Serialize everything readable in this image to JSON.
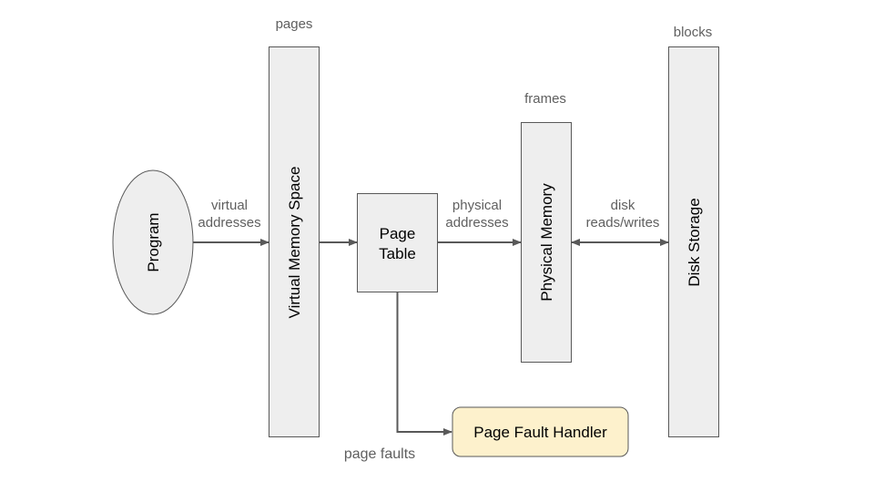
{
  "diagram": {
    "title": "Virtual memory overview",
    "colors": {
      "node_fill": "#eeeeee",
      "node_stroke": "#595959",
      "edge": "#595959",
      "label": "#5f5f5f",
      "handler_fill": "#fdf1cc",
      "handler_stroke": "#595959",
      "text": "#000000"
    },
    "nodes": {
      "program": {
        "label": "Program"
      },
      "virtual_memory": {
        "label": "Virtual Memory Space",
        "caption": "pages"
      },
      "page_table": {
        "line1": "Page",
        "line2": "Table"
      },
      "physical_memory": {
        "label": "Physical Memory",
        "caption": "frames"
      },
      "disk_storage": {
        "label": "Disk Storage",
        "caption": "blocks"
      },
      "page_fault_handler": {
        "label": "Page Fault Handler"
      }
    },
    "edges": {
      "virtual_addresses": {
        "line1": "virtual",
        "line2": "addresses"
      },
      "physical_addresses": {
        "line1": "physical",
        "line2": "addresses"
      },
      "disk_io": {
        "line1": "disk",
        "line2": "reads/writes"
      },
      "page_faults": {
        "label": "page faults"
      }
    }
  }
}
